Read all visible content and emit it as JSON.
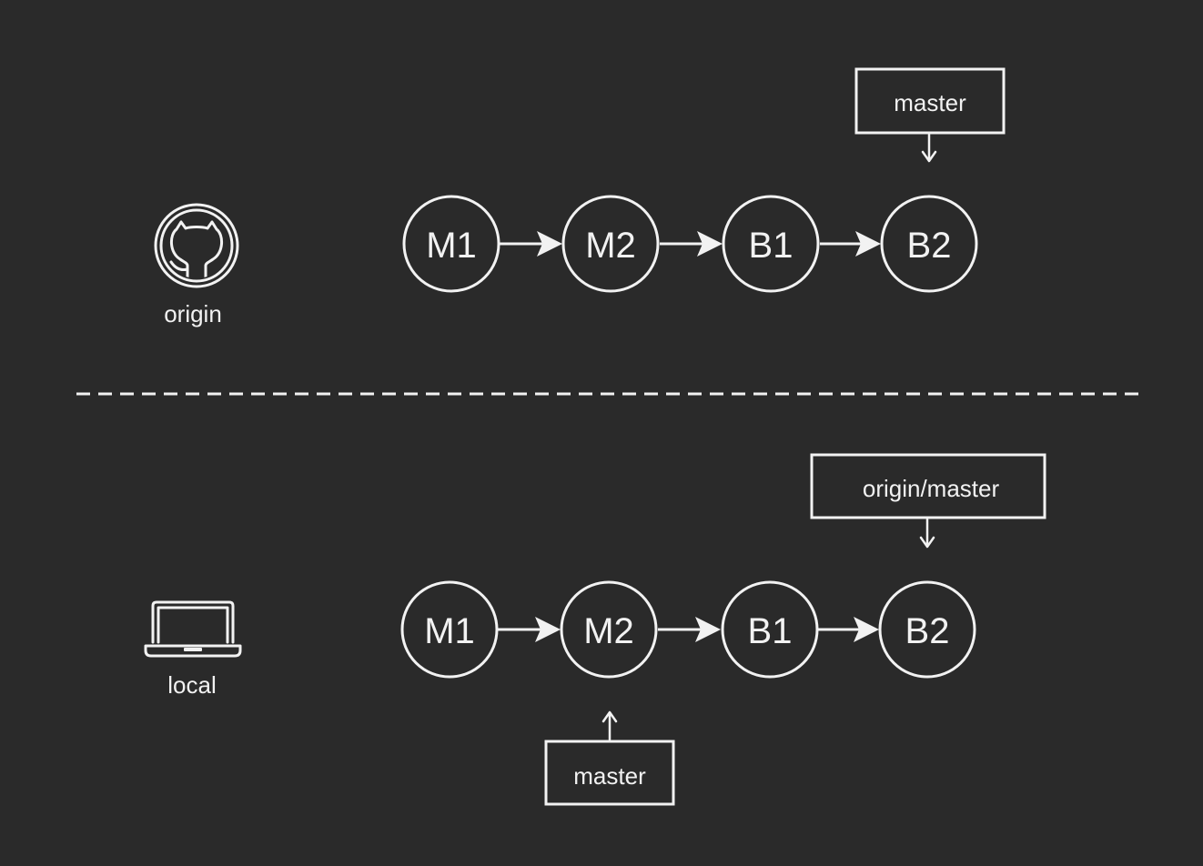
{
  "colors": {
    "background": "#2a2a2a",
    "foreground": "#f2f2f2"
  },
  "origin": {
    "icon": "github-icon",
    "label": "origin",
    "commits": [
      "M1",
      "M2",
      "B1",
      "B2"
    ],
    "refs": [
      {
        "label": "master",
        "target": "B2",
        "position": "above"
      }
    ]
  },
  "local": {
    "icon": "laptop-icon",
    "label": "local",
    "commits": [
      "M1",
      "M2",
      "B1",
      "B2"
    ],
    "refs": [
      {
        "label": "origin/master",
        "target": "B2",
        "position": "above"
      },
      {
        "label": "master",
        "target": "M2",
        "position": "below"
      }
    ]
  }
}
